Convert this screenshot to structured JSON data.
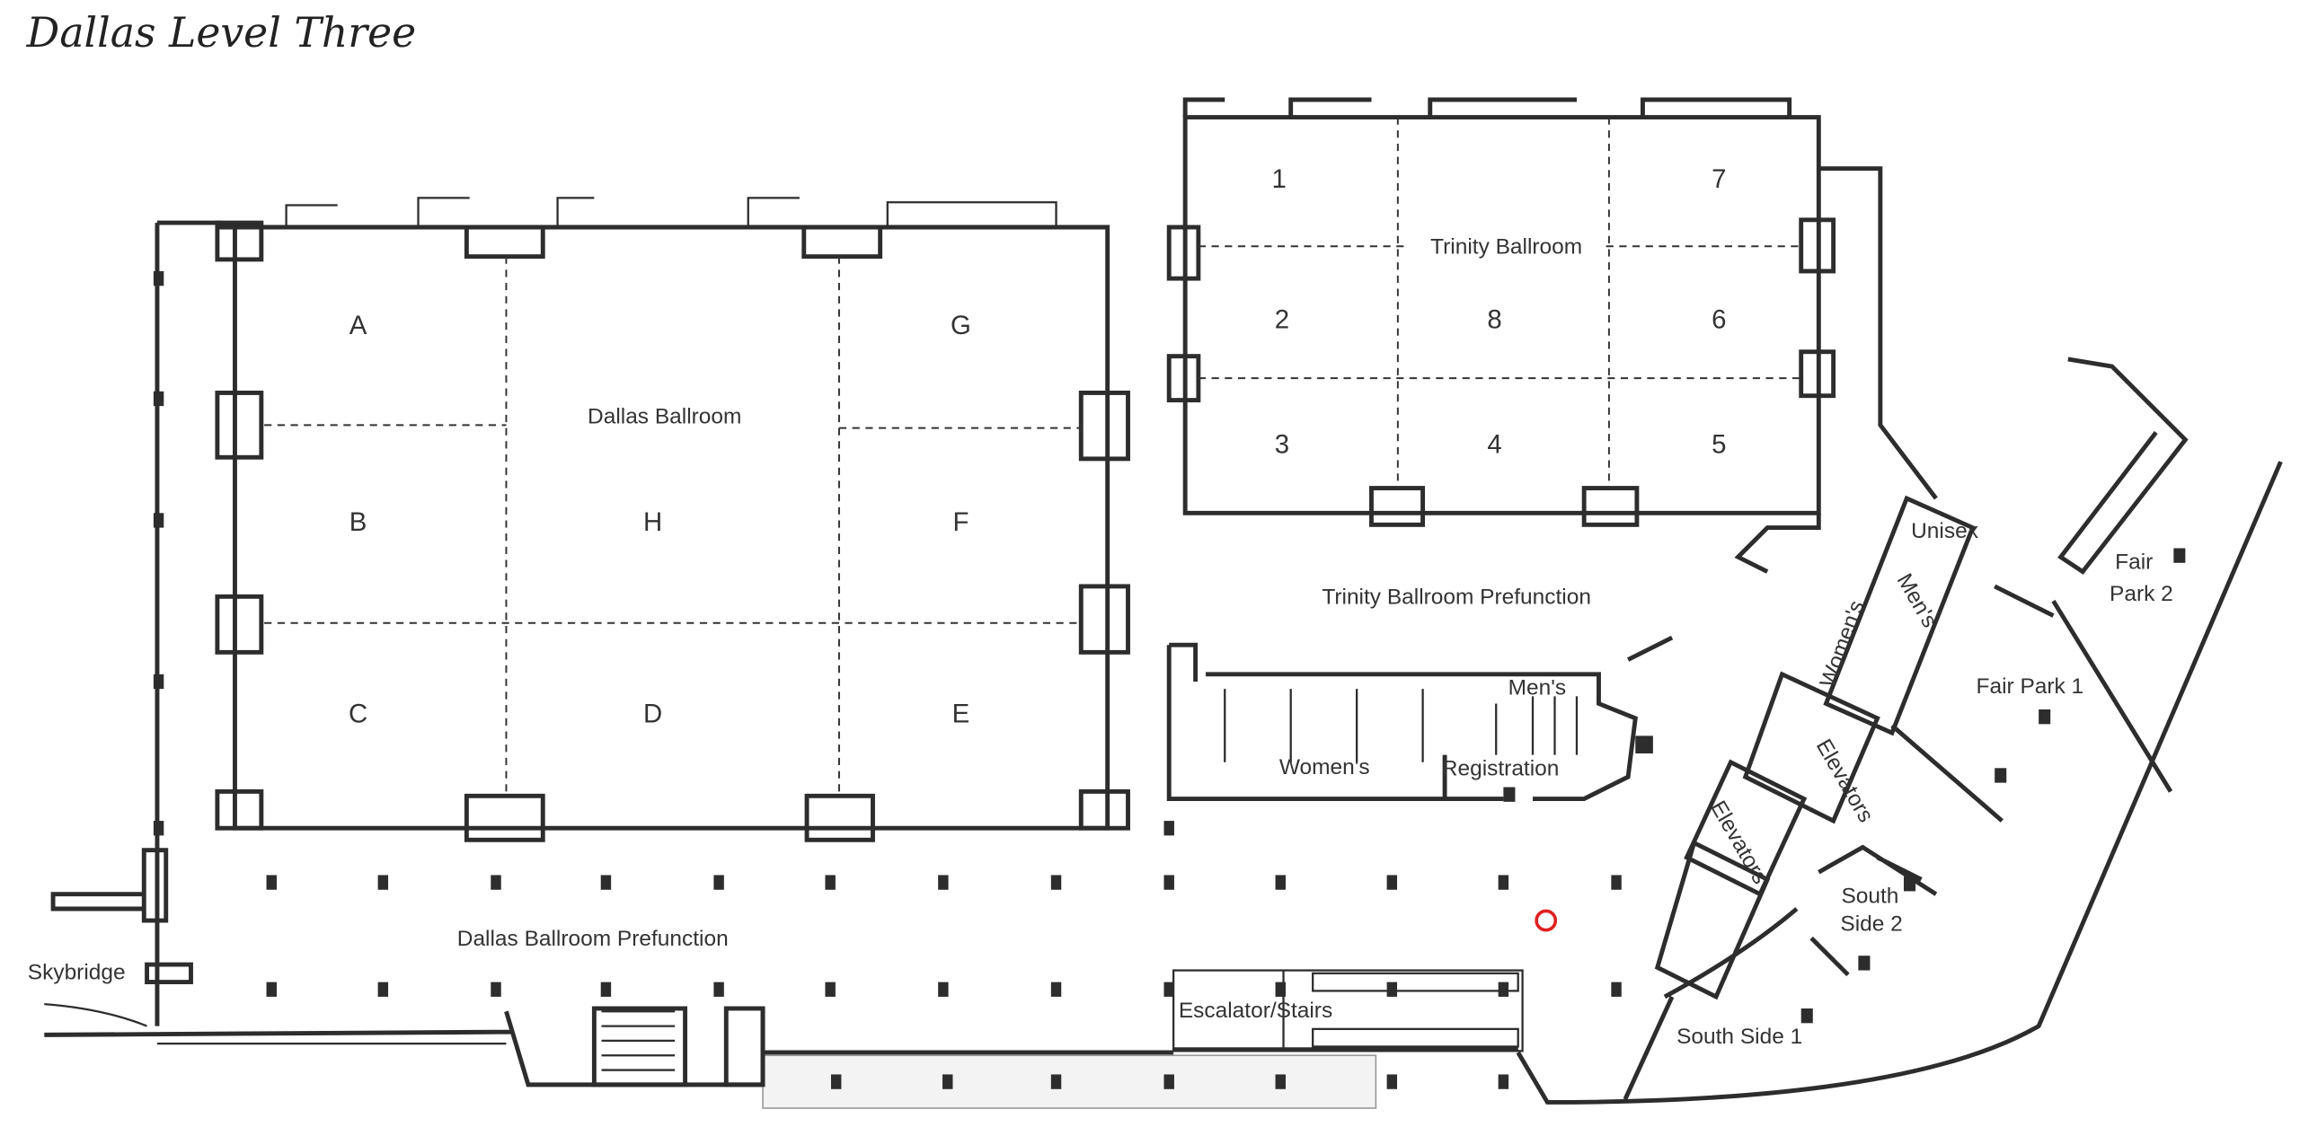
{
  "title": "Dallas Level Three",
  "dallas_ballroom": {
    "name": "Dallas Ballroom",
    "sections": [
      "A",
      "B",
      "C",
      "D",
      "E",
      "F",
      "G",
      "H"
    ]
  },
  "trinity_ballroom": {
    "name": "Trinity Ballroom",
    "sections": [
      "1",
      "2",
      "3",
      "4",
      "5",
      "6",
      "7",
      "8"
    ]
  },
  "areas": {
    "trinity_prefunction": "Trinity Ballroom Prefunction",
    "dallas_prefunction": "Dallas Ballroom Prefunction",
    "womens": "Women's",
    "mens": "Men's",
    "registration": "Registration",
    "elevators": "Elevators",
    "unisex": "Unisex",
    "mens_2": "Men's",
    "womens_2": "Women's",
    "fair_park_2_line1": "Fair",
    "fair_park_2_line2": "Park 2",
    "fair_park_1": "Fair Park 1",
    "south_side_2_line1": "South",
    "south_side_2_line2": "Side 2",
    "south_side_1": "South Side 1",
    "escalator": "Escalator/Stairs",
    "skybridge": "Skybridge"
  },
  "marker_color": "#e02020"
}
